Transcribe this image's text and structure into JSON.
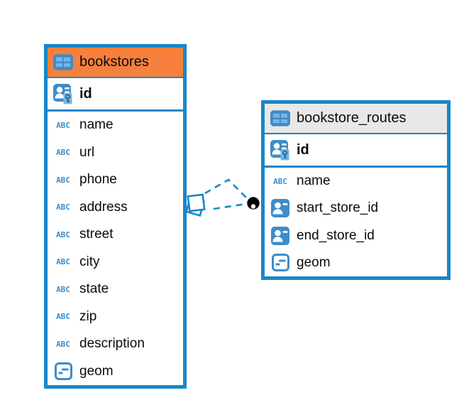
{
  "colors": {
    "blue": "#1787C8",
    "icon_blue": "#3E8CC9",
    "icon_blue_dark": "#1265A8",
    "icon_blue_light": "#79B5E2",
    "orange": "#F6803C",
    "gray": "#E8E8E8",
    "text": "#0B0B0B"
  },
  "icons": {
    "text_glyph": "ABC"
  },
  "tables": [
    {
      "name": "bookstores",
      "header_style": "orange",
      "columns": [
        {
          "name": "id",
          "type": "primary-key"
        },
        {
          "name": "name",
          "type": "text"
        },
        {
          "name": "url",
          "type": "text"
        },
        {
          "name": "phone",
          "type": "text"
        },
        {
          "name": "address",
          "type": "text"
        },
        {
          "name": "street",
          "type": "text"
        },
        {
          "name": "city",
          "type": "text"
        },
        {
          "name": "state",
          "type": "text"
        },
        {
          "name": "zip",
          "type": "text"
        },
        {
          "name": "description",
          "type": "text"
        },
        {
          "name": "geom",
          "type": "geometry"
        }
      ]
    },
    {
      "name": "bookstore_routes",
      "header_style": "gray",
      "columns": [
        {
          "name": "id",
          "type": "primary-key"
        },
        {
          "name": "name",
          "type": "text"
        },
        {
          "name": "start_store_id",
          "type": "reference"
        },
        {
          "name": "end_store_id",
          "type": "reference"
        },
        {
          "name": "geom",
          "type": "geometry"
        }
      ]
    }
  ],
  "relationship": {
    "from_table": "bookstores",
    "to_table": "bookstore_routes",
    "line_style": "dashed"
  }
}
